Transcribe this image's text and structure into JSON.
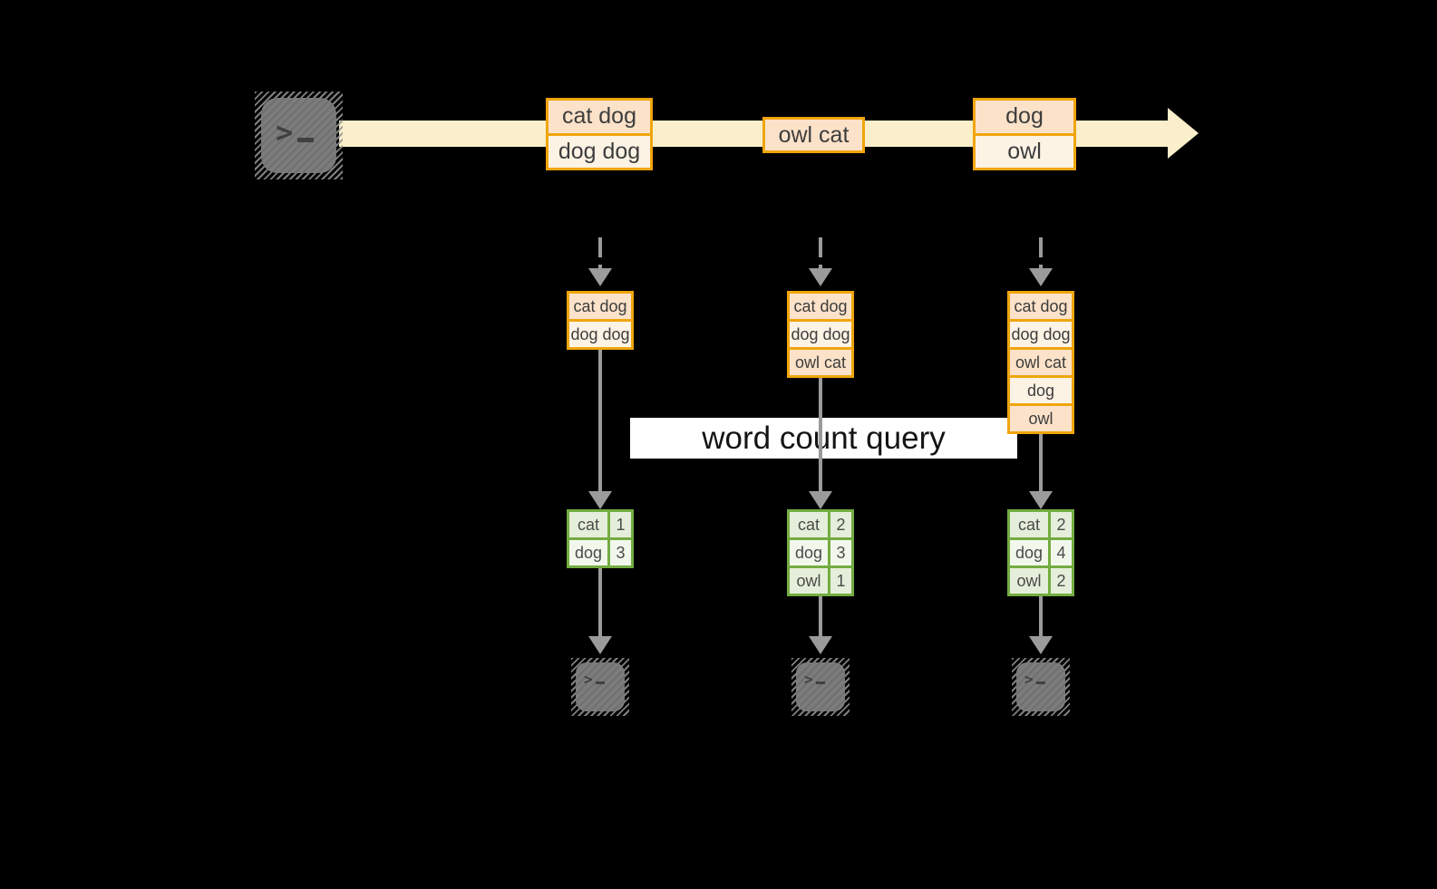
{
  "colors": {
    "background": "#000000",
    "stream_band": "#FAEFCA",
    "event_border": "#F0A50C",
    "event_fill_dark": "#FBE2C9",
    "event_fill_light": "#FDF3E5",
    "table_border": "#73AC40",
    "table_fill_dark": "#E5EEDA",
    "table_fill_light": "#F2F7EC",
    "arrow_gray": "#9B9B9B",
    "terminal_gray": "#7C7C7C",
    "banner_bg": "#FFFFFF"
  },
  "icons": {
    "terminal_prompt": ">"
  },
  "stream": {
    "events": [
      {
        "lines": [
          "cat dog",
          "dog dog"
        ]
      },
      {
        "lines": [
          "owl cat"
        ]
      },
      {
        "lines": [
          "dog",
          "owl"
        ]
      }
    ]
  },
  "banner": {
    "label": "word count query"
  },
  "columns": [
    {
      "buffer": [
        "cat dog",
        "dog dog"
      ],
      "counts": [
        {
          "word": "cat",
          "count": "1"
        },
        {
          "word": "dog",
          "count": "3"
        }
      ]
    },
    {
      "buffer": [
        "cat dog",
        "dog dog",
        "owl cat"
      ],
      "counts": [
        {
          "word": "cat",
          "count": "2"
        },
        {
          "word": "dog",
          "count": "3"
        },
        {
          "word": "owl",
          "count": "1"
        }
      ]
    },
    {
      "buffer": [
        "cat dog",
        "dog dog",
        "owl cat",
        "dog",
        "owl"
      ],
      "counts": [
        {
          "word": "cat",
          "count": "2"
        },
        {
          "word": "dog",
          "count": "4"
        },
        {
          "word": "owl",
          "count": "2"
        }
      ]
    }
  ]
}
